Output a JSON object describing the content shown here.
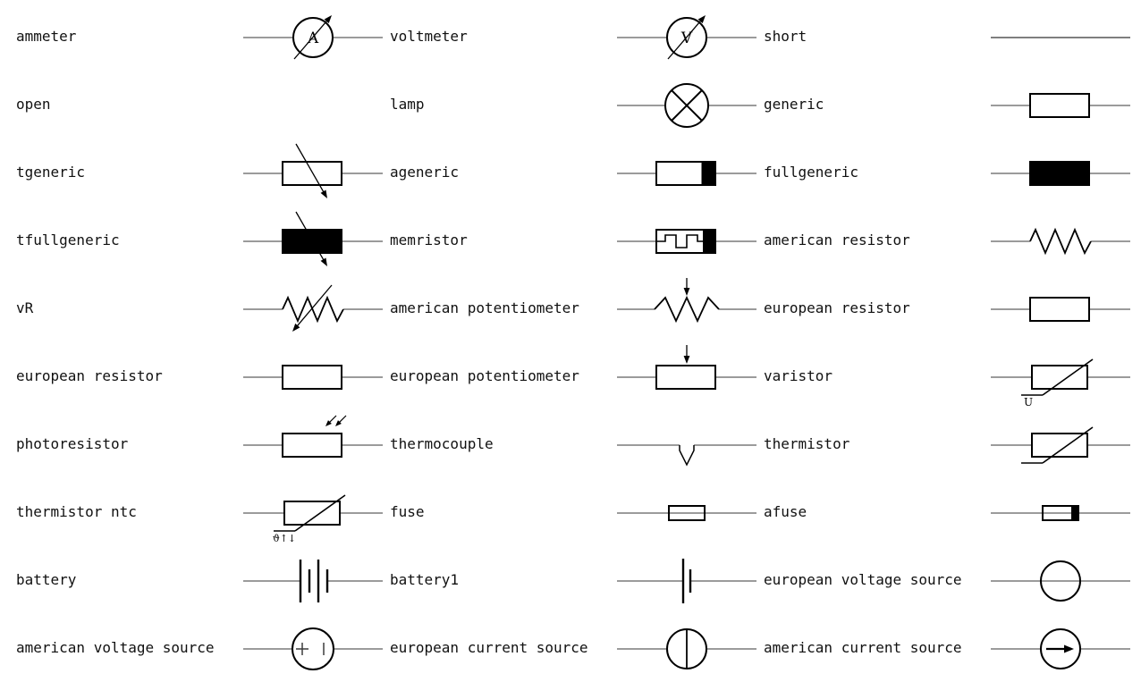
{
  "page": {
    "background": "#ffffff",
    "label_color": "#111111",
    "wire_color": "#7a7a7a",
    "component_color": "#000000",
    "columns": 3,
    "rows": 10
  },
  "items": [
    {
      "label": "ammeter",
      "symbol": "meter",
      "letter": "A"
    },
    {
      "label": "voltmeter",
      "symbol": "meter",
      "letter": "V"
    },
    {
      "label": "short",
      "symbol": "short"
    },
    {
      "label": "open",
      "symbol": "open"
    },
    {
      "label": "lamp",
      "symbol": "lamp"
    },
    {
      "label": "generic",
      "symbol": "generic"
    },
    {
      "label": "tgeneric",
      "symbol": "tgeneric"
    },
    {
      "label": "ageneric",
      "symbol": "ageneric"
    },
    {
      "label": "fullgeneric",
      "symbol": "fullgeneric"
    },
    {
      "label": "tfullgeneric",
      "symbol": "tfullgeneric"
    },
    {
      "label": "memristor",
      "symbol": "memristor"
    },
    {
      "label": "american resistor",
      "symbol": "american-resistor"
    },
    {
      "label": "vR",
      "symbol": "vR"
    },
    {
      "label": "american potentiometer",
      "symbol": "american-potentiometer"
    },
    {
      "label": "european resistor",
      "symbol": "european-resistor"
    },
    {
      "label": "european resistor",
      "symbol": "european-resistor"
    },
    {
      "label": "european potentiometer",
      "symbol": "european-potentiometer"
    },
    {
      "label": "varistor",
      "symbol": "varistor",
      "annotation": "U"
    },
    {
      "label": "photoresistor",
      "symbol": "photoresistor"
    },
    {
      "label": "thermocouple",
      "symbol": "thermocouple"
    },
    {
      "label": "thermistor",
      "symbol": "thermistor"
    },
    {
      "label": "thermistor ntc",
      "symbol": "thermistor-ntc",
      "annotation": "ϑ↑↓"
    },
    {
      "label": "fuse",
      "symbol": "fuse"
    },
    {
      "label": "afuse",
      "symbol": "afuse"
    },
    {
      "label": "battery",
      "symbol": "battery"
    },
    {
      "label": "battery1",
      "symbol": "battery1"
    },
    {
      "label": "european voltage source",
      "symbol": "european-voltage-source"
    },
    {
      "label": "american voltage source",
      "symbol": "american-voltage-source",
      "annotation": "+ |"
    },
    {
      "label": "european current source",
      "symbol": "european-current-source"
    },
    {
      "label": "american current source",
      "symbol": "american-current-source"
    }
  ]
}
